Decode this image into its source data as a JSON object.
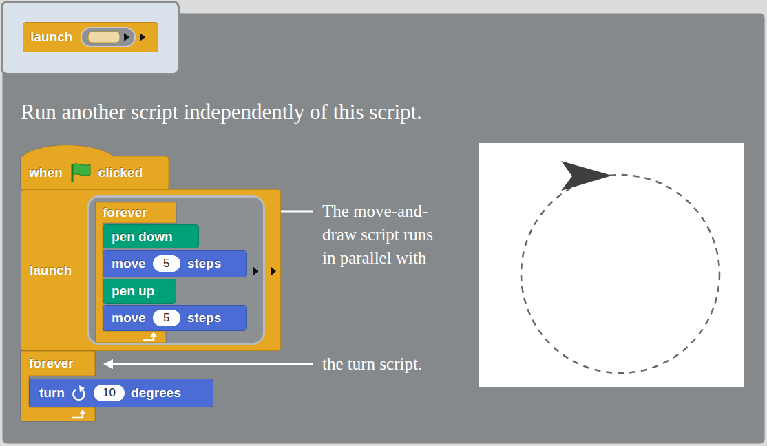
{
  "diagram": {
    "title": "Run another script independently of this script.",
    "nodes": [
      {
        "text": [
          "launch"
        ]
      },
      {
        "text": [
          "when",
          "clicked"
        ]
      },
      {
        "text": [
          "launch"
        ]
      },
      {
        "text": [
          "forever"
        ],
        "in": 2
      },
      {
        "text": [
          "pen down"
        ],
        "in": 3
      },
      {
        "text": [
          "move",
          "5",
          "steps"
        ],
        "in": 3
      },
      {
        "text": [
          "pen up"
        ],
        "in": 3
      },
      {
        "text": [
          "move",
          "5",
          "steps"
        ],
        "in": 3
      },
      {
        "text": [
          "forever"
        ]
      },
      {
        "text": [
          "turn",
          "10",
          "degrees"
        ],
        "in": 8
      }
    ],
    "labels": [
      "The move-and-draw script runs in parallel with",
      "the turn script."
    ]
  }
}
